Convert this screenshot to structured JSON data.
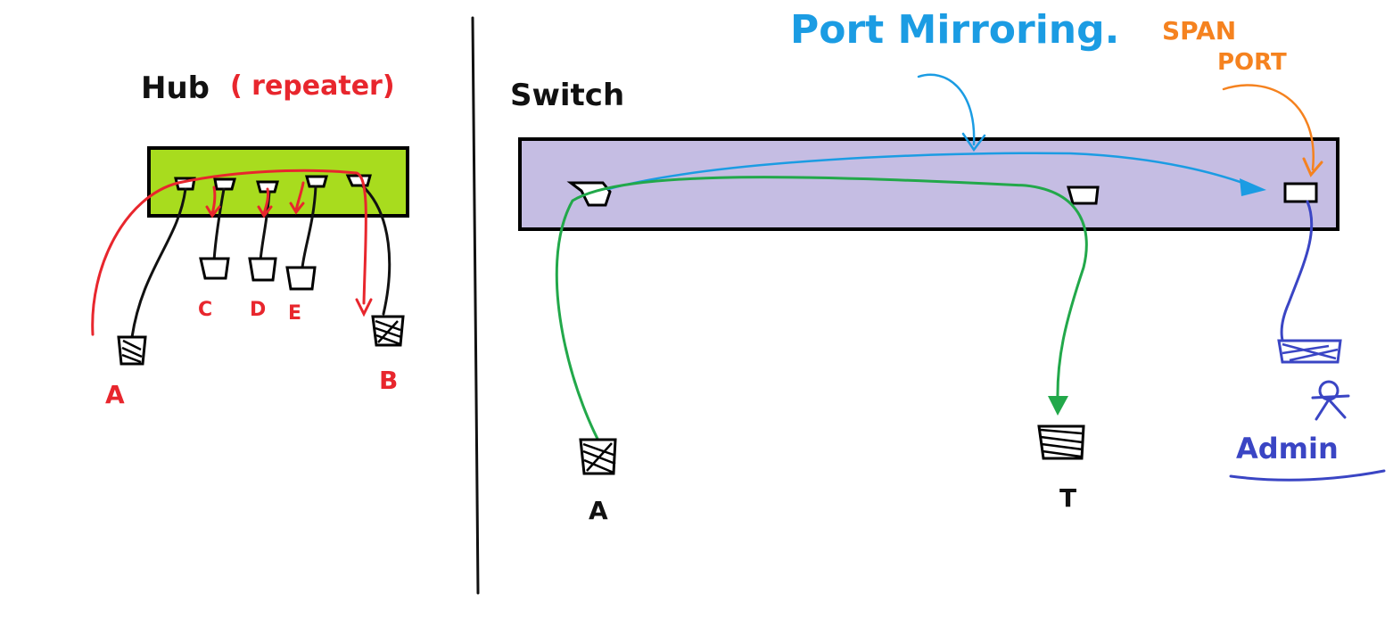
{
  "hub_panel": {
    "title": "Hub",
    "title_note": "( repeater)",
    "device_labels": {
      "a": "A",
      "b": "B",
      "c": "C",
      "d": "D",
      "e": "E"
    },
    "colors": {
      "box_fill": "#a8dc1e",
      "flow": "#e8262d",
      "ink": "#111111"
    }
  },
  "switch_panel": {
    "title": "Switch",
    "mirroring_label": "Port Mirroring.",
    "span_label_line1": "SPAN",
    "span_label_line2": "PORT",
    "admin_label": "Admin",
    "device_labels": {
      "a": "A",
      "t": "T"
    },
    "colors": {
      "box_fill": "#c5bde3",
      "traffic": "#22a84a",
      "mirror": "#1b9ce3",
      "span": "#f5821f",
      "admin": "#3a45c4"
    }
  }
}
